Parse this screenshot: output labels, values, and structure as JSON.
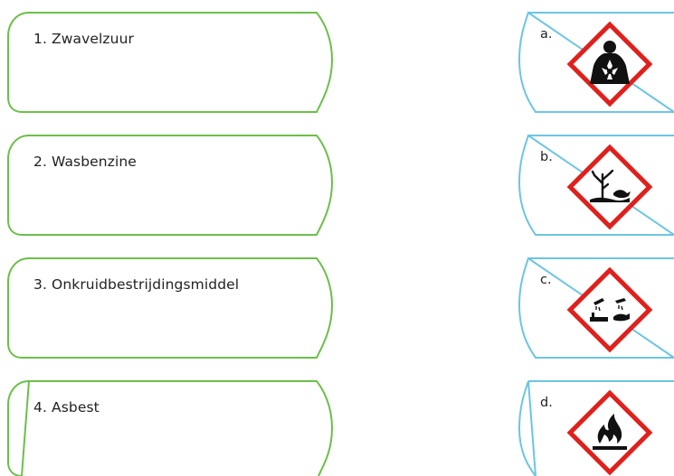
{
  "colors": {
    "left_card_stroke": "#6cbf4a",
    "right_card_stroke": "#6cc5e3",
    "pictogram_border": "#e0201c",
    "pictogram_symbol": "#111111",
    "text": "#222222"
  },
  "substances": [
    {
      "label": "1. Zwavelzuur"
    },
    {
      "label": "2. Wasbenzine"
    },
    {
      "label": "3. Onkruidbestrijdingsmiddel"
    },
    {
      "label": "4. Asbest"
    }
  ],
  "pictograms": [
    {
      "letter": "a.",
      "icon": "health-hazard-icon"
    },
    {
      "letter": "b.",
      "icon": "environment-hazard-icon"
    },
    {
      "letter": "c.",
      "icon": "corrosive-icon"
    },
    {
      "letter": "d.",
      "icon": "flammable-icon"
    }
  ]
}
